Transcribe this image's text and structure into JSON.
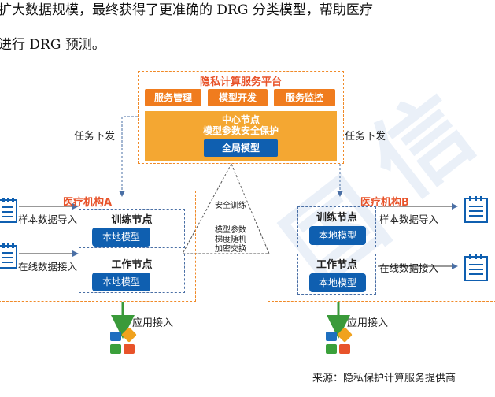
{
  "paragraph": {
    "line1": "扩大数据规模，最终获得了更准确的 DRG 分类模型，帮助医疗",
    "line2": "进行 DRG 预测。"
  },
  "platform": {
    "title": "隐私计算服务平台",
    "buttons": [
      "服务管理",
      "模型开发",
      "服务监控"
    ],
    "center_line1": "中心节点",
    "center_line2": "模型参数安全保护",
    "global_model": "全局模型"
  },
  "task_dispatch_left": "任务下发",
  "task_dispatch_right": "任务下发",
  "secure_channel": {
    "title": "安全训练",
    "lines": [
      "模型参数",
      "梯度随机",
      "加密交换"
    ]
  },
  "org_a": {
    "title": "医疗机构A",
    "train_node": "训练节点",
    "work_node": "工作节点",
    "local_model_1": "本地模型",
    "local_model_2": "本地模型",
    "sample_import": "样本数据导入",
    "online_access": "在线数据接入",
    "app_access": "应用接入"
  },
  "org_b": {
    "title": "医疗机构B",
    "train_node": "训练节点",
    "work_node": "工作节点",
    "local_model_1": "本地模型",
    "local_model_2": "本地模型",
    "sample_import": "样本数据导入",
    "online_access": "在线数据接入",
    "app_access": "应用接入"
  },
  "source": "来源：隐私保护计算服务提供商",
  "colors": {
    "orange": "#f07c1e",
    "light_orange": "#f4a732",
    "blue": "#0f5fb0",
    "red_title": "#e8532a"
  }
}
